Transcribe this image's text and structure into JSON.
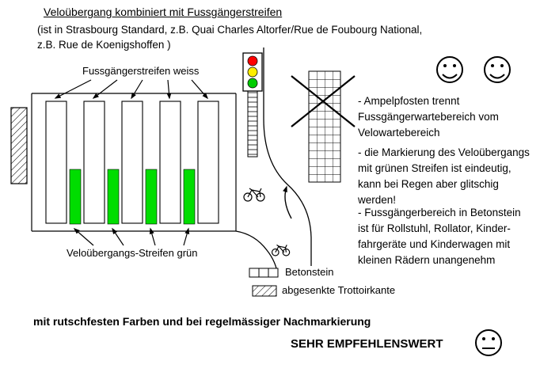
{
  "title": {
    "main": "Veloübergang kombiniert mit Fussgängerstreifen",
    "subtitle_line1": "(ist in Strasbourg Standard, z.B. Quai Charles Altorfer/Rue de Foubourg National,",
    "subtitle_line2": "z.B. Rue de Koenigshoffen )"
  },
  "diagram": {
    "label_top": "Fussgängerstreifen weiss",
    "label_bottom": "Veloübergangs-Streifen grün",
    "white_stripe_count": 5,
    "green_stripe_count": 4,
    "icons": {
      "traffic_light": "traffic-light-icon",
      "bicycle": "bicycle-icon",
      "cross_out": "x-cross-out-icon",
      "happy_smiley": "happy-smiley-icon",
      "neutral_smiley": "neutral-smiley-icon"
    }
  },
  "notes": [
    "- Ampelpfosten trennt\nFussgängerwartebereich vom\nVelowartebereich",
    "- die Markierung des Veloübergangs\nmit grünen Streifen ist eindeutig,\nkann bei Regen aber glitschig\nwerden!",
    "- Fussgängerbereich in Betonstein\nist für Rollstuhl, Rollator, Kinder-\nfahrgeräte und Kinderwagen mit\nkleinen Rädern unangenehm"
  ],
  "legend": {
    "betonstein": "Betonstein",
    "trottoirkante": "abgesenkte Trottoirkante"
  },
  "footer": {
    "line1": "mit rutschfesten Farben und bei regelmässiger Nachmarkierung",
    "line2": "SEHR EMPFEHLENSWERT"
  },
  "colors": {
    "ink": "#000000",
    "green_stripe": "#00dd00",
    "signal_red": "#ff0000",
    "signal_yellow": "#ffee00",
    "signal_green": "#00cc00"
  }
}
